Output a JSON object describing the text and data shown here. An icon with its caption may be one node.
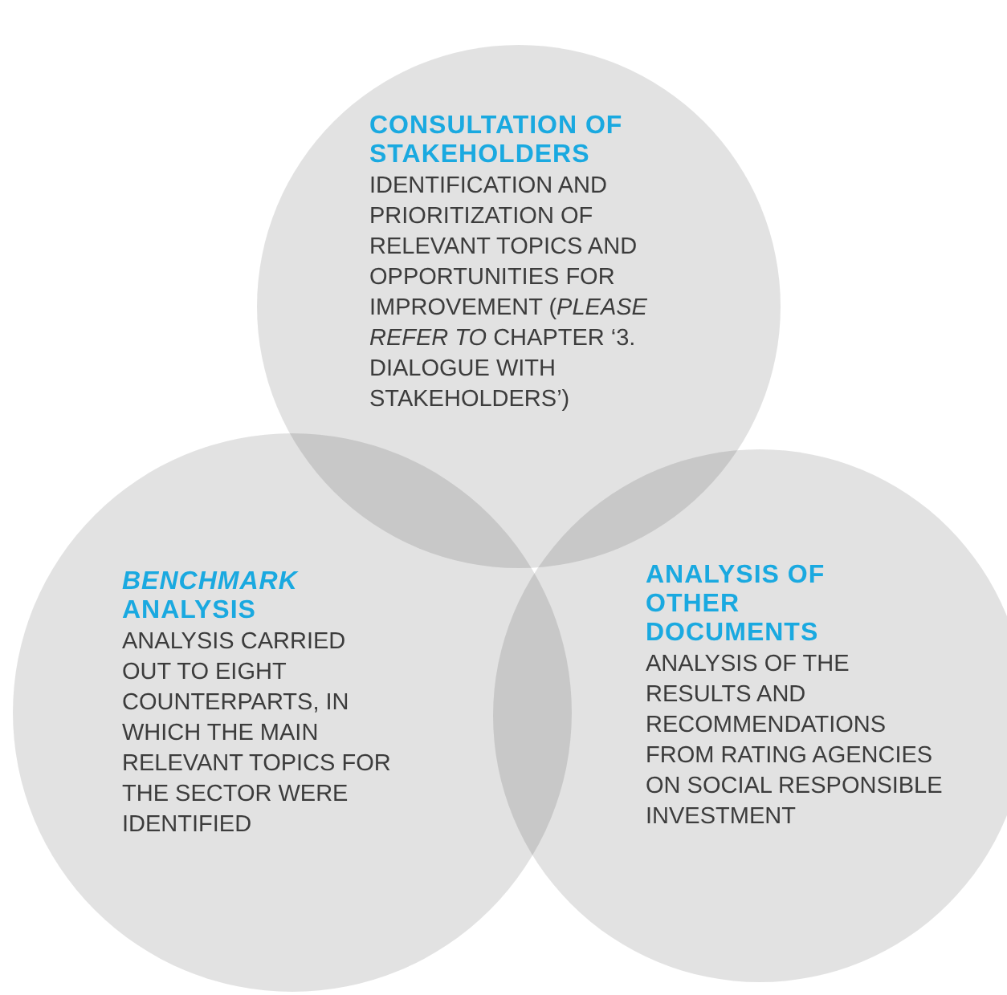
{
  "diagram": {
    "nodes": [
      {
        "text": [
          "CONSULTATION OF STAKEHOLDERS",
          "IDENTIFICATION AND PRIORITIZATION OF RELEVANT TOPICS AND OPPORTUNITIES FOR IMPROVEMENT (*PLEASE REFER TO* CHAPTER ‘3. DIALOGUE WITH STAKEHOLDERS’)"
        ]
      },
      {
        "text": [
          "*BENCHMARK* ANALYSIS",
          "ANALYSIS CARRIED OUT TO EIGHT COUNTERPARTS, IN WHICH THE MAIN RELEVANT TOPICS FOR THE SECTOR WERE IDENTIFIED"
        ]
      },
      {
        "text": [
          "ANALYSIS OF OTHER DOCUMENTS",
          "ANALYSIS OF THE RESULTS AND RECOMMENDATIONS FROM RATING AGENCIES ON SOCIAL RESPONSIBLE INVESTMENT"
        ]
      }
    ],
    "edges": []
  }
}
